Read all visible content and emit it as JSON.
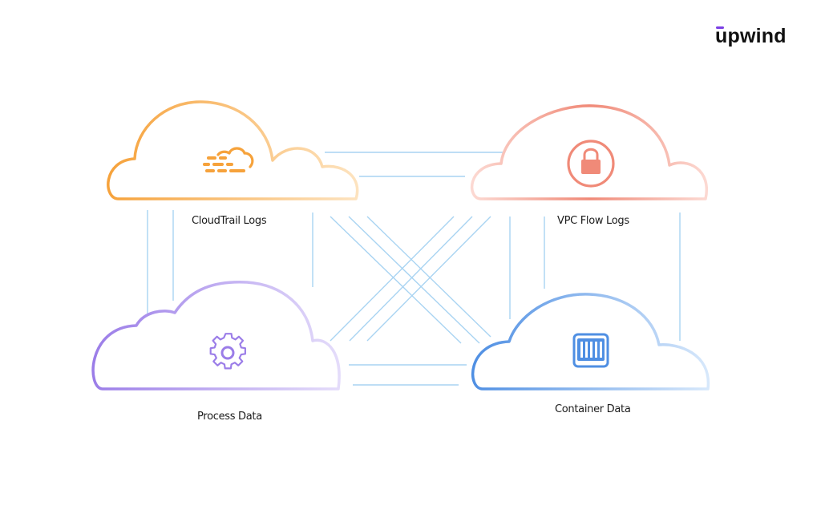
{
  "brand": {
    "logo_text": "upwind",
    "accent": "#7b3fe4"
  },
  "nodes": [
    {
      "id": "cloudtrail",
      "label": "CloudTrail Logs",
      "icon": "cloudtrail-icon",
      "color_from": "#f6a23b",
      "color_to": "#fde3bf"
    },
    {
      "id": "vpc",
      "label": "VPC Flow Logs",
      "icon": "lock-icon",
      "color_from": "#f08a78",
      "color_to": "#fcd9d2"
    },
    {
      "id": "process",
      "label": "Process Data",
      "icon": "gear-icon",
      "color_from": "#9b7de8",
      "color_to": "#e4dcfa"
    },
    {
      "id": "container",
      "label": "Container Data",
      "icon": "container-icon",
      "color_from": "#4f8fe3",
      "color_to": "#d7e8fb"
    }
  ],
  "connector_color": "#a9d4f2"
}
